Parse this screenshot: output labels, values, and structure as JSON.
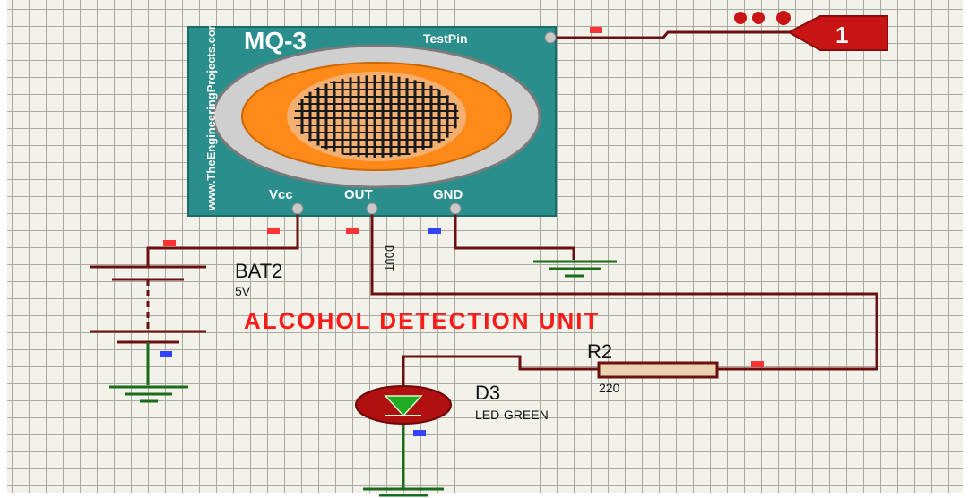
{
  "sensor": {
    "name": "MQ-3",
    "test_pin_label": "TestPin",
    "website": "www.TheEngineeringProjects.com",
    "pins": {
      "vcc": "Vcc",
      "out": "OUT",
      "gnd": "GND"
    }
  },
  "probe": {
    "value": "1"
  },
  "battery": {
    "ref": "BAT2",
    "value": "5V"
  },
  "net_label": "DOUT",
  "title": "ALCOHOL DETECTION UNIT",
  "resistor": {
    "ref": "R2",
    "value": "220"
  },
  "led": {
    "ref": "D3",
    "value": "LED-GREEN"
  },
  "colors": {
    "module": "#2a8f8c",
    "wire": "#6b1010",
    "led_green": "#22aa22",
    "led_body": "#b01010",
    "pin_high": "#ff3333",
    "pin_low": "#3344ff",
    "ground_wire": "#1a6b1a",
    "title": "#ff1a1a"
  }
}
